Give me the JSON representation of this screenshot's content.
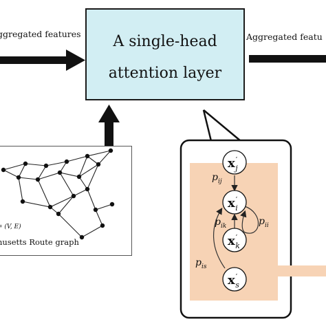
{
  "labels": {
    "left_features": "ggregated features",
    "right_features": "Aggregated featu"
  },
  "attention_box": {
    "line1": "A single-head",
    "line2": "attention layer",
    "fill": "#d2eef3"
  },
  "graph_panel": {
    "equation": "= (V, E)",
    "caption": "husetts Route graph"
  },
  "zoom_panel": {
    "highlight_color": "#f7d3b5",
    "nodes": {
      "xj_base": "x",
      "xj_sub": "j",
      "xi_base": "x",
      "xi_sub": "i",
      "xk_base": "x",
      "xk_sub": "k",
      "xs_base": "x",
      "xs_sub": "s"
    },
    "edges": {
      "pij_base": "p",
      "pij_sub": "ij",
      "pik_base": "p",
      "pik_sub": "ik",
      "pii_base": "p",
      "pii_sub": "ii",
      "pis_base": "p",
      "pis_sub": "is"
    }
  }
}
